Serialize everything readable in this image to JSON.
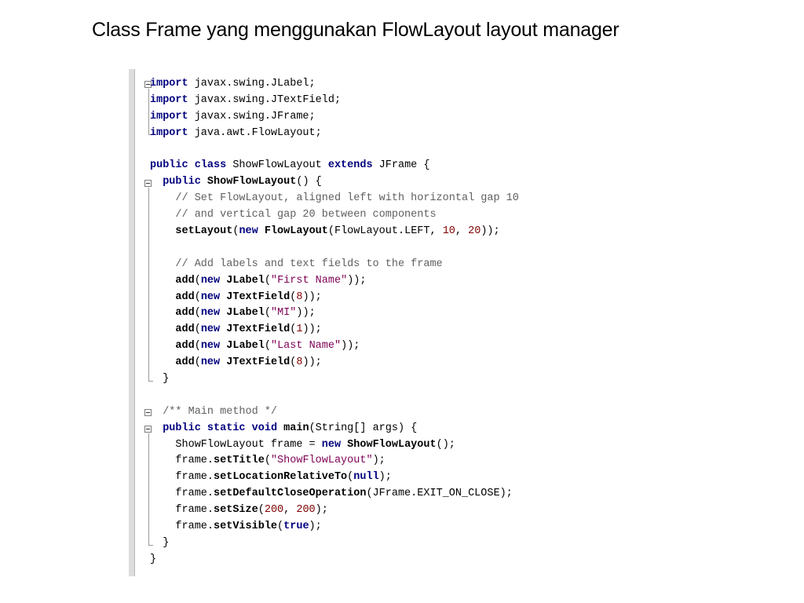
{
  "slide": {
    "title": "Class Frame yang menggunakan FlowLayout layout manager"
  },
  "code_lines": [
    [
      [
        "kw",
        "import"
      ],
      [
        "pl",
        " javax.swing.JLabel;"
      ]
    ],
    [
      [
        "kw",
        "import"
      ],
      [
        "pl",
        " javax.swing.JTextField;"
      ]
    ],
    [
      [
        "kw",
        "import"
      ],
      [
        "pl",
        " javax.swing.JFrame;"
      ]
    ],
    [
      [
        "kw",
        "import"
      ],
      [
        "pl",
        " java.awt.FlowLayout;"
      ]
    ],
    [],
    [
      [
        "kw",
        "public"
      ],
      [
        "pl",
        " "
      ],
      [
        "kw",
        "class"
      ],
      [
        "pl",
        " ShowFlowLayout "
      ],
      [
        "kw",
        "extends"
      ],
      [
        "pl",
        " JFrame {"
      ]
    ],
    [
      [
        "pl",
        "  "
      ],
      [
        "kw",
        "public"
      ],
      [
        "pl",
        " "
      ],
      [
        "b",
        "ShowFlowLayout"
      ],
      [
        "pl",
        "() {"
      ]
    ],
    [
      [
        "pl",
        "    "
      ],
      [
        "cm",
        "// Set FlowLayout, aligned left with horizontal gap 10"
      ]
    ],
    [
      [
        "pl",
        "    "
      ],
      [
        "cm",
        "// and vertical gap 20 between components"
      ]
    ],
    [
      [
        "pl",
        "    "
      ],
      [
        "b",
        "setLayout"
      ],
      [
        "pl",
        "("
      ],
      [
        "kw",
        "new"
      ],
      [
        "pl",
        " "
      ],
      [
        "b",
        "FlowLayout"
      ],
      [
        "pl",
        "(FlowLayout.LEFT, "
      ],
      [
        "num",
        "10"
      ],
      [
        "pl",
        ", "
      ],
      [
        "num",
        "20"
      ],
      [
        "pl",
        "));"
      ]
    ],
    [],
    [
      [
        "pl",
        "    "
      ],
      [
        "cm",
        "// Add labels and text fields to the frame"
      ]
    ],
    [
      [
        "pl",
        "    "
      ],
      [
        "b",
        "add"
      ],
      [
        "pl",
        "("
      ],
      [
        "kw",
        "new"
      ],
      [
        "pl",
        " "
      ],
      [
        "b",
        "JLabel"
      ],
      [
        "pl",
        "("
      ],
      [
        "str",
        "\"First Name\""
      ],
      [
        "pl",
        "));"
      ]
    ],
    [
      [
        "pl",
        "    "
      ],
      [
        "b",
        "add"
      ],
      [
        "pl",
        "("
      ],
      [
        "kw",
        "new"
      ],
      [
        "pl",
        " "
      ],
      [
        "b",
        "JTextField"
      ],
      [
        "pl",
        "("
      ],
      [
        "num",
        "8"
      ],
      [
        "pl",
        "));"
      ]
    ],
    [
      [
        "pl",
        "    "
      ],
      [
        "b",
        "add"
      ],
      [
        "pl",
        "("
      ],
      [
        "kw",
        "new"
      ],
      [
        "pl",
        " "
      ],
      [
        "b",
        "JLabel"
      ],
      [
        "pl",
        "("
      ],
      [
        "str",
        "\"MI\""
      ],
      [
        "pl",
        "));"
      ]
    ],
    [
      [
        "pl",
        "    "
      ],
      [
        "b",
        "add"
      ],
      [
        "pl",
        "("
      ],
      [
        "kw",
        "new"
      ],
      [
        "pl",
        " "
      ],
      [
        "b",
        "JTextField"
      ],
      [
        "pl",
        "("
      ],
      [
        "num",
        "1"
      ],
      [
        "pl",
        "));"
      ]
    ],
    [
      [
        "pl",
        "    "
      ],
      [
        "b",
        "add"
      ],
      [
        "pl",
        "("
      ],
      [
        "kw",
        "new"
      ],
      [
        "pl",
        " "
      ],
      [
        "b",
        "JLabel"
      ],
      [
        "pl",
        "("
      ],
      [
        "str",
        "\"Last Name\""
      ],
      [
        "pl",
        "));"
      ]
    ],
    [
      [
        "pl",
        "    "
      ],
      [
        "b",
        "add"
      ],
      [
        "pl",
        "("
      ],
      [
        "kw",
        "new"
      ],
      [
        "pl",
        " "
      ],
      [
        "b",
        "JTextField"
      ],
      [
        "pl",
        "("
      ],
      [
        "num",
        "8"
      ],
      [
        "pl",
        "));"
      ]
    ],
    [
      [
        "pl",
        "  }"
      ]
    ],
    [],
    [
      [
        "pl",
        "  "
      ],
      [
        "cm",
        "/** Main method */"
      ]
    ],
    [
      [
        "pl",
        "  "
      ],
      [
        "kw",
        "public"
      ],
      [
        "pl",
        " "
      ],
      [
        "kw",
        "static"
      ],
      [
        "pl",
        " "
      ],
      [
        "kw",
        "void"
      ],
      [
        "pl",
        " "
      ],
      [
        "b",
        "main"
      ],
      [
        "pl",
        "(String[] args) {"
      ]
    ],
    [
      [
        "pl",
        "    ShowFlowLayout frame = "
      ],
      [
        "kw",
        "new"
      ],
      [
        "pl",
        " "
      ],
      [
        "b",
        "ShowFlowLayout"
      ],
      [
        "pl",
        "();"
      ]
    ],
    [
      [
        "pl",
        "    frame."
      ],
      [
        "b",
        "setTitle"
      ],
      [
        "pl",
        "("
      ],
      [
        "str",
        "\"ShowFlowLayout\""
      ],
      [
        "pl",
        ");"
      ]
    ],
    [
      [
        "pl",
        "    frame."
      ],
      [
        "b",
        "setLocationRelativeTo"
      ],
      [
        "pl",
        "("
      ],
      [
        "kw",
        "null"
      ],
      [
        "pl",
        ");"
      ]
    ],
    [
      [
        "pl",
        "    frame."
      ],
      [
        "b",
        "setDefaultCloseOperation"
      ],
      [
        "pl",
        "(JFrame.EXIT_ON_CLOSE);"
      ]
    ],
    [
      [
        "pl",
        "    frame."
      ],
      [
        "b",
        "setSize"
      ],
      [
        "pl",
        "("
      ],
      [
        "num",
        "200"
      ],
      [
        "pl",
        ", "
      ],
      [
        "num",
        "200"
      ],
      [
        "pl",
        ");"
      ]
    ],
    [
      [
        "pl",
        "    frame."
      ],
      [
        "b",
        "setVisible"
      ],
      [
        "pl",
        "("
      ],
      [
        "kw",
        "true"
      ],
      [
        "pl",
        ");"
      ]
    ],
    [
      [
        "pl",
        "  }"
      ]
    ],
    [
      [
        "pl",
        "}"
      ]
    ]
  ],
  "colors": {
    "keyword": "#00007f",
    "comment": "#606060",
    "string": "#7f0055",
    "number": "#7f0000",
    "gutter": "#dcdcdc"
  },
  "icons": {
    "fold_collapse": "minus-box-icon"
  }
}
